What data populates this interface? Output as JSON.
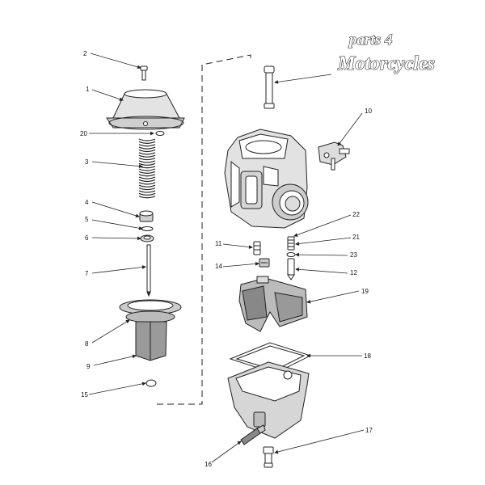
{
  "logo": {
    "line1": "parts 4",
    "line2": "Motorcycles"
  },
  "callouts": [
    "1",
    "2",
    "3",
    "4",
    "5",
    "6",
    "7",
    "8",
    "9",
    "10",
    "11",
    "12",
    "14",
    "15",
    "16",
    "17",
    "18",
    "19",
    "20",
    "21",
    "22",
    "23"
  ]
}
